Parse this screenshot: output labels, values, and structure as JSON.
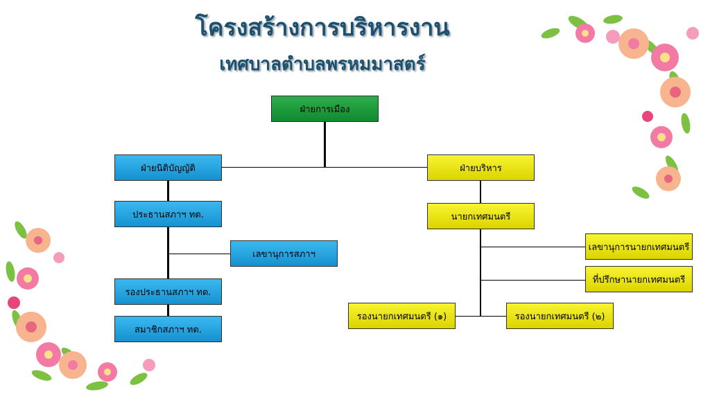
{
  "title": {
    "line1": "โครงสร้างการบริหารงาน",
    "line2": "เทศบาลตำบลพรหมมาสตร์"
  },
  "chart": {
    "political": "ฝ่ายการเมือง",
    "legislative": "ฝ่ายนิติบัญญัติ",
    "council_president": "ประธานสภาฯ ทต.",
    "council_secretary": "เลขานุการสภาฯ",
    "council_vice_president": "รองประธานสภาฯ ทต.",
    "council_member": "สมาชิกสภาฯ ทต.",
    "executive": "ฝ่ายบริหาร",
    "mayor": "นายกเทศมนตรี",
    "mayor_secretary": "เลขานุการนายกเทศมนตรี",
    "mayor_advisor": "ที่ปรึกษานายกเทศมนตรี",
    "deputy_mayor_1": "รองนายกเทศมนตรี (๑)",
    "deputy_mayor_2": "รองนายกเทศมนตรี (๒)"
  },
  "colors": {
    "title": "#1d4f6e",
    "political": "#16963a",
    "legislative": "#1ea2e0",
    "executive": "#f0ea10",
    "flower_pink": "#f27aa4",
    "flower_peach": "#f7b48e",
    "leaf": "#6bb63a"
  }
}
